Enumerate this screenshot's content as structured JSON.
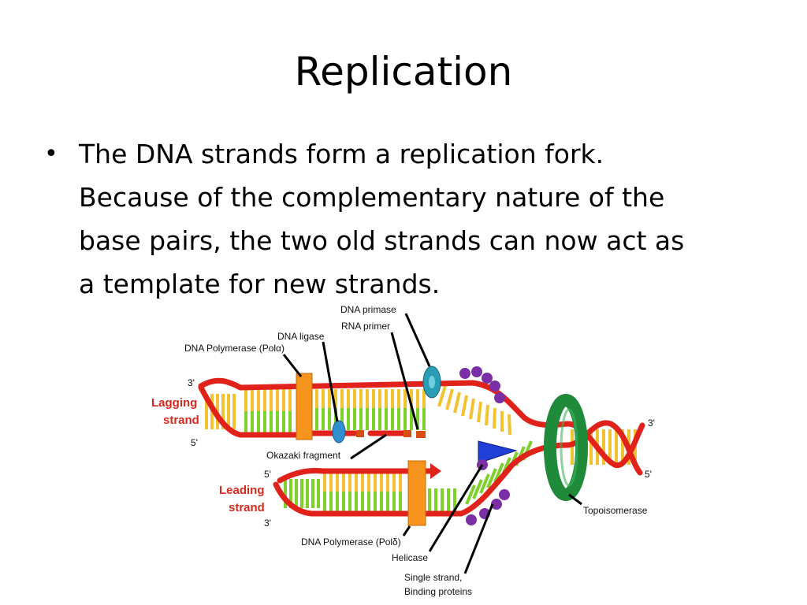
{
  "slide": {
    "title": "Replication",
    "bullet_lines": [
      "The DNA strands form a replication fork.",
      "Because of the complementary nature of the",
      "base pairs, the two old strands can now act as",
      "a template for new strands."
    ]
  },
  "diagram": {
    "labels": {
      "dna_primase": "DNA primase",
      "rna_primer": "RNA primer",
      "dna_ligase": "DNA ligase",
      "pol_alpha": "DNA Polymerase (Polα)",
      "lagging_strand_line1": "Lagging",
      "lagging_strand_line2": "strand",
      "okazaki_fragment": "Okazaki fragment",
      "leading_strand_line1": "Leading",
      "leading_strand_line2": "strand",
      "pol_delta": "DNA Polymerase (Polδ)",
      "helicase": "Helicase",
      "ssb_line1": "Single strand,",
      "ssb_line2": "Binding proteins",
      "topoisomerase": "Topoisomerase",
      "lag_3prime": "3'",
      "lag_5prime": "5'",
      "lead_5prime": "5'",
      "lead_3prime": "3'",
      "right_3prime": "3'",
      "right_5prime": "5'"
    },
    "colors": {
      "backbone_red": "#e0221a",
      "base_green": "#7ed12a",
      "base_yellow": "#f1c232",
      "polymerase_orange": "#f7941d",
      "primase_teal": "#2a9db5",
      "ligase_blue": "#2f8fd0",
      "helicase_blue": "#1f3fd6",
      "topoisomerase_green": "#1f8a3a",
      "ssb_purple": "#7b2fa6",
      "label_red": "#d42a1e"
    }
  }
}
